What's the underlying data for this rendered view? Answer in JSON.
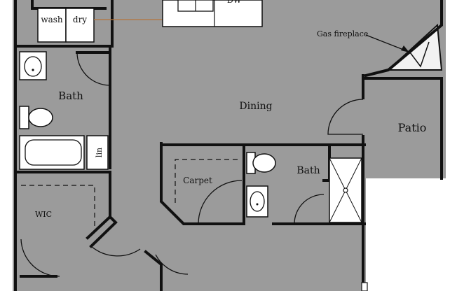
{
  "labels": {
    "washer": "wash",
    "dryer": "dry",
    "dishwasher": "DW",
    "gas_fireplace": "Gas fireplace",
    "bath_left": "Bath",
    "dining": "Dining",
    "patio": "Patio",
    "linen": "lin",
    "carpet": "Carpet",
    "bath_right": "Bath",
    "wic": "WIC"
  },
  "colors": {
    "floor": "#9b9b9b",
    "wall": "#111111",
    "fixture": "#ffffff",
    "background": "#ffffff",
    "leader_line": "#b5733a"
  }
}
